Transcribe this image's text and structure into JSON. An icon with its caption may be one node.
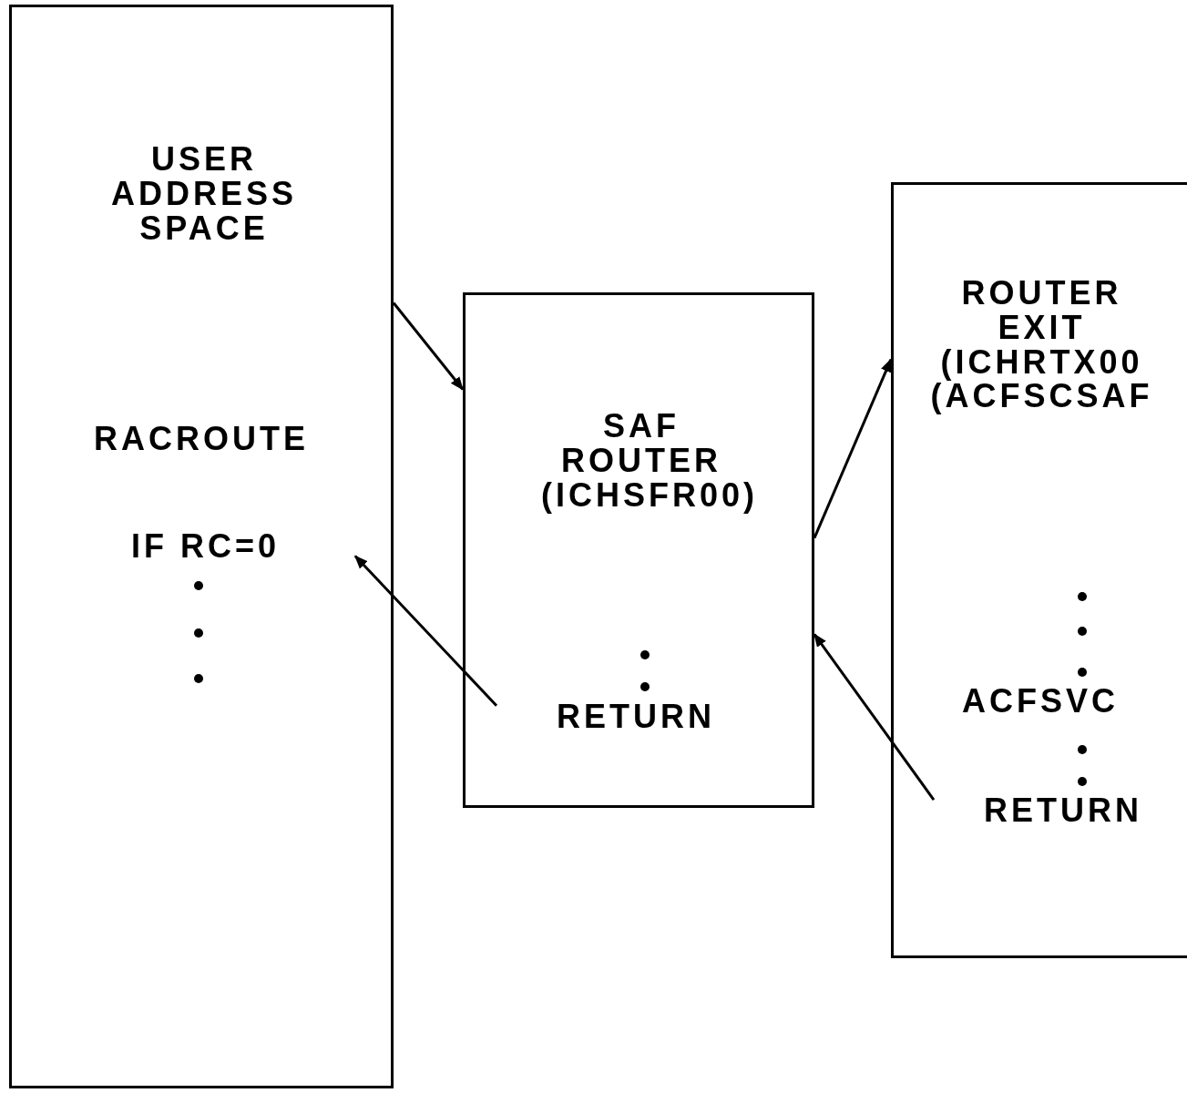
{
  "diagram": {
    "nodes": [
      {
        "text": [
          "USER ADDRESS SPACE",
          "RACROUTE"
        ]
      },
      {
        "text": [
          "IF RC=0"
        ],
        "in": 0
      },
      {
        "text": [
          "SAF ROUTER (ICHSFR00)"
        ]
      },
      {
        "text": [
          "RETURN"
        ],
        "in": 2
      },
      {
        "text": [
          "ROUTER EXIT (ICHRTX00 (ACFSCSAF",
          "ACFSVC"
        ]
      },
      {
        "text": [
          "RETURN"
        ],
        "in": 4
      }
    ],
    "edges": [
      {
        "from": 0,
        "to": 2,
        "arrow": "to"
      },
      {
        "from": 3,
        "to": 1,
        "arrow": "to"
      },
      {
        "from": 2,
        "to": 4,
        "arrow": "to"
      },
      {
        "from": 5,
        "to": 2,
        "arrow": "to"
      }
    ]
  }
}
